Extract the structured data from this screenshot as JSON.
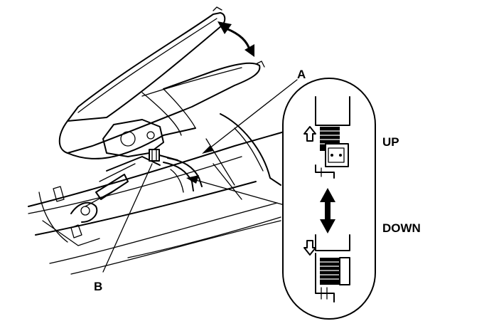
{
  "labels": {
    "a": "A",
    "b": "B",
    "up": "UP",
    "down": "DOWN"
  },
  "colors": {
    "ink": "#000000",
    "paper": "#ffffff"
  }
}
